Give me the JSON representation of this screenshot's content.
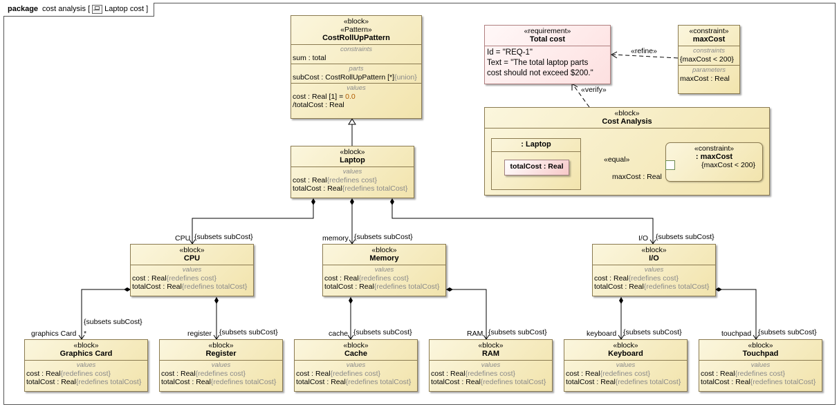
{
  "frame": {
    "kind": "package",
    "name": "cost analysis",
    "diagram_name": "Laptop cost"
  },
  "pattern": {
    "stereo1": "«block»",
    "stereo2": "«Pattern»",
    "name": "CostRollUpPattern",
    "constraints_title": "constraints",
    "constraint": "sum : total",
    "parts_title": "parts",
    "part_name": "subCost : CostRollUpPattern [*]",
    "part_mod": "{union}",
    "values_title": "values",
    "v1_name": "cost : Real [1] = ",
    "v1_default": "0.0",
    "v2": "/totalCost : Real"
  },
  "laptop": {
    "stereo": "«block»",
    "name": "Laptop",
    "values_title": "values",
    "v1_name": "cost : Real",
    "v1_mod": "{redefines cost}",
    "v2_name": "totalCost : Real",
    "v2_mod": "{redefines totalCost}"
  },
  "blocks": {
    "cpu": {
      "stereo": "«block»",
      "name": "CPU",
      "values_title": "values",
      "v1_name": "cost : Real",
      "v1_mod": "{redefines cost}",
      "v2_name": "totalCost : Real",
      "v2_mod": "{redefines totalCost}"
    },
    "memory": {
      "stereo": "«block»",
      "name": "Memory",
      "values_title": "values",
      "v1_name": "cost : Real",
      "v1_mod": "{redefines cost}",
      "v2_name": "totalCost : Real",
      "v2_mod": "{redefines totalCost}"
    },
    "io": {
      "stereo": "«block»",
      "name": "I/O",
      "values_title": "values",
      "v1_name": "cost : Real",
      "v1_mod": "{redefines cost}",
      "v2_name": "totalCost : Real",
      "v2_mod": "{redefines totalCost}"
    },
    "graphics": {
      "stereo": "«block»",
      "name": "Graphics Card",
      "values_title": "values",
      "v1_name": "cost : Real",
      "v1_mod": "{redefines cost}",
      "v2_name": "totalCost : Real",
      "v2_mod": "{redefines totalCost}"
    },
    "register": {
      "stereo": "«block»",
      "name": "Register",
      "values_title": "values",
      "v1_name": "cost : Real",
      "v1_mod": "{redefines cost}",
      "v2_name": "totalCost : Real",
      "v2_mod": "{redefines totalCost}"
    },
    "cache": {
      "stereo": "«block»",
      "name": "Cache",
      "values_title": "values",
      "v1_name": "cost : Real",
      "v1_mod": "{redefines cost}",
      "v2_name": "totalCost : Real",
      "v2_mod": "{redefines totalCost}"
    },
    "ram": {
      "stereo": "«block»",
      "name": "RAM",
      "values_title": "values",
      "v1_name": "cost : Real",
      "v1_mod": "{redefines cost}",
      "v2_name": "totalCost : Real",
      "v2_mod": "{redefines totalCost}"
    },
    "keyboard": {
      "stereo": "«block»",
      "name": "Keyboard",
      "values_title": "values",
      "v1_name": "cost : Real",
      "v1_mod": "{redefines cost}",
      "v2_name": "totalCost : Real",
      "v2_mod": "{redefines totalCost}"
    },
    "touchpad": {
      "stereo": "«block»",
      "name": "Touchpad",
      "values_title": "values",
      "v1_name": "cost : Real",
      "v1_mod": "{redefines cost}",
      "v2_name": "totalCost : Real",
      "v2_mod": "{redefines totalCost}"
    }
  },
  "requirement": {
    "stereo": "«requirement»",
    "name": "Total cost",
    "id": "Id = \"REQ-1\"",
    "text1": "Text = \"The total laptop parts",
    "text2": "cost should not exceed $200.\""
  },
  "constraint_block": {
    "stereo": "«constraint»",
    "name": "maxCost",
    "constraints_title": "constraints",
    "constraint": "{maxCost < 200}",
    "params_title": "parameters",
    "param": "maxCost : Real"
  },
  "analysis": {
    "stereo": "«block»",
    "name": "Cost Analysis",
    "laptop_part": ": Laptop",
    "total_cost_prop": "totalCost : Real",
    "cp_stereo": "«constraint»",
    "cp_name": ": maxCost",
    "cp_expr": "{maxCost < 200}",
    "equal": "«equal»",
    "max_cost_param": "maxCost : Real"
  },
  "labels": {
    "cpu_role": "CPU",
    "memory_role": "memory",
    "io_role": "I/O",
    "subsets": "{subsets subCost}",
    "graphics_role": "graphics Card",
    "graphics_mult": "*",
    "register_role": "register",
    "cache_role": "cache",
    "ram_role": "RAM",
    "keyboard_role": "keyboard",
    "touchpad_role": "touchpad",
    "refine": "«refine»",
    "verify": "«verify»"
  },
  "colors": {
    "block_fill": "#f2e4ad",
    "block_border": "#8a7a50",
    "requirement_fill": "#fde0e0",
    "modifier_gray": "#8a8a8a",
    "default_orange": "#b05a00"
  }
}
